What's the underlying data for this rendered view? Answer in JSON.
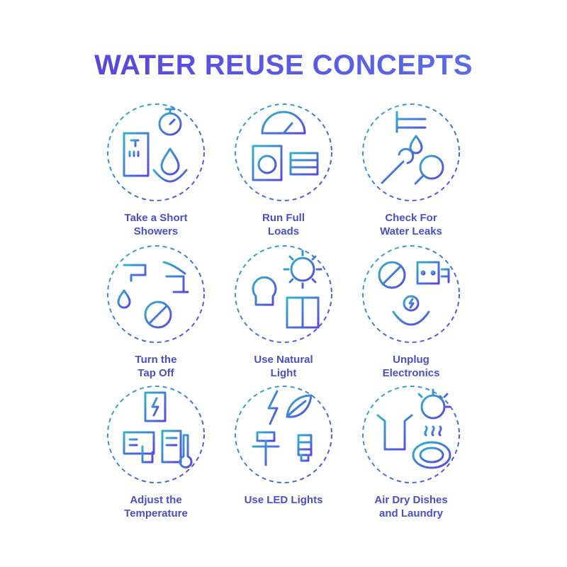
{
  "title": "WATER REUSE CONCEPTS",
  "accent_colors": {
    "teal": "#2fb3c9",
    "blue": "#3f86d8",
    "violet": "#5a46dd"
  },
  "items": [
    {
      "icon": "shower-timer-water-icon",
      "label_lines": [
        "Take a Short",
        "Showers"
      ]
    },
    {
      "icon": "washing-machine-full-load-icon",
      "label_lines": [
        "Run Full",
        "Loads"
      ]
    },
    {
      "icon": "wrench-magnifier-leak-icon",
      "label_lines": [
        "Check For",
        "Water Leaks"
      ]
    },
    {
      "icon": "faucet-tap-off-icon",
      "label_lines": [
        "Turn the",
        "Tap Off"
      ]
    },
    {
      "icon": "sun-window-bulb-icon",
      "label_lines": [
        "Use Natural",
        "Light"
      ]
    },
    {
      "icon": "unplug-socket-icon",
      "label_lines": [
        "Unplug",
        "Electronics"
      ]
    },
    {
      "icon": "thermostat-temperature-icon",
      "label_lines": [
        "Adjust the",
        "Temperature"
      ]
    },
    {
      "icon": "led-bulb-solar-icon",
      "label_lines": [
        "Use LED Lights"
      ]
    },
    {
      "icon": "air-dry-laundry-dishes-icon",
      "label_lines": [
        "Air Dry Dishes",
        "and Laundry"
      ]
    }
  ]
}
